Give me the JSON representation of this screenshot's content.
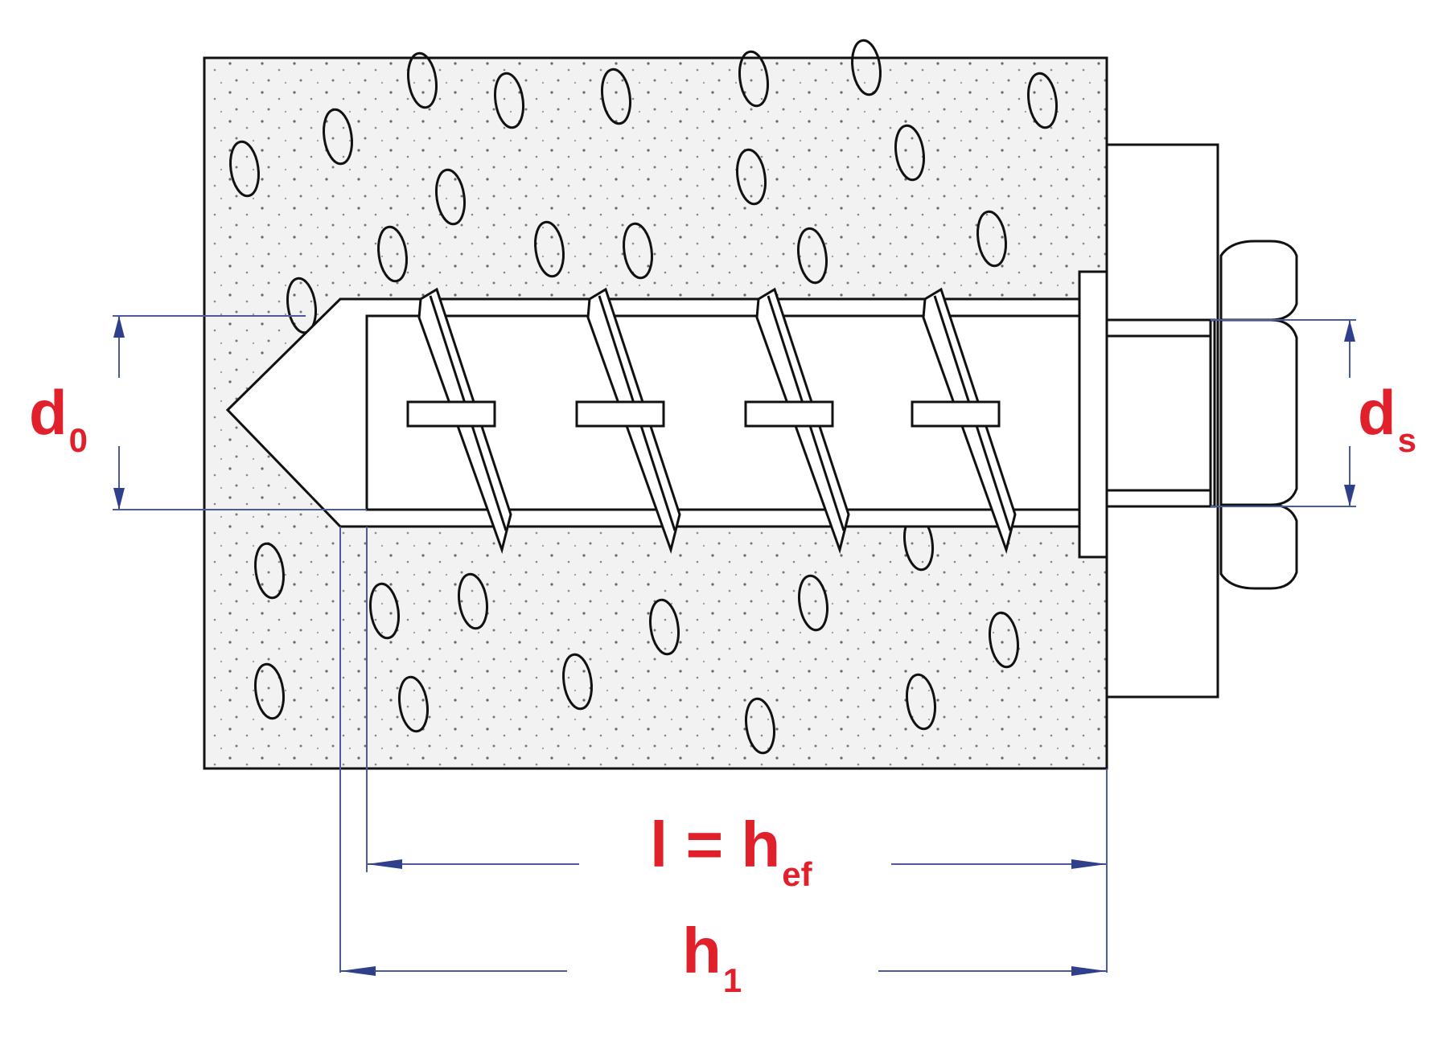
{
  "labels": {
    "d0": {
      "main": "d",
      "sub": "0"
    },
    "ds": {
      "main": "d",
      "sub": "s"
    },
    "l_hef": {
      "main": "l = h",
      "sub": "ef"
    },
    "h1": {
      "main": "h",
      "sub": "1"
    }
  },
  "colors": {
    "label_red": "#e0202a",
    "dim_blue": "#4a5a9a",
    "line_black": "#111111",
    "concrete_fill": "#f2f2f2"
  }
}
